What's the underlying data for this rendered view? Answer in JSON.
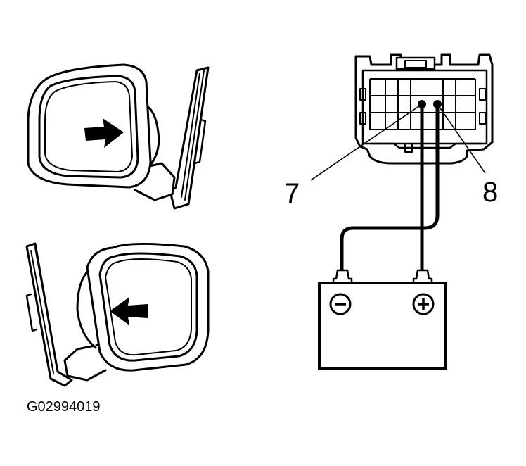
{
  "figure": {
    "callouts": [
      {
        "id": "7",
        "text": "7"
      },
      {
        "id": "8",
        "text": "8"
      }
    ],
    "figure_code": "G02994019"
  },
  "colors": {
    "ink": "#000000",
    "paper": "#ffffff",
    "mirror_shade": "#e6e6e6"
  },
  "icons": {
    "battery_negative": "minus-terminal-icon",
    "battery_positive": "plus-terminal-icon",
    "arrow_right": "arrow-right-icon",
    "arrow_left": "arrow-left-icon"
  }
}
